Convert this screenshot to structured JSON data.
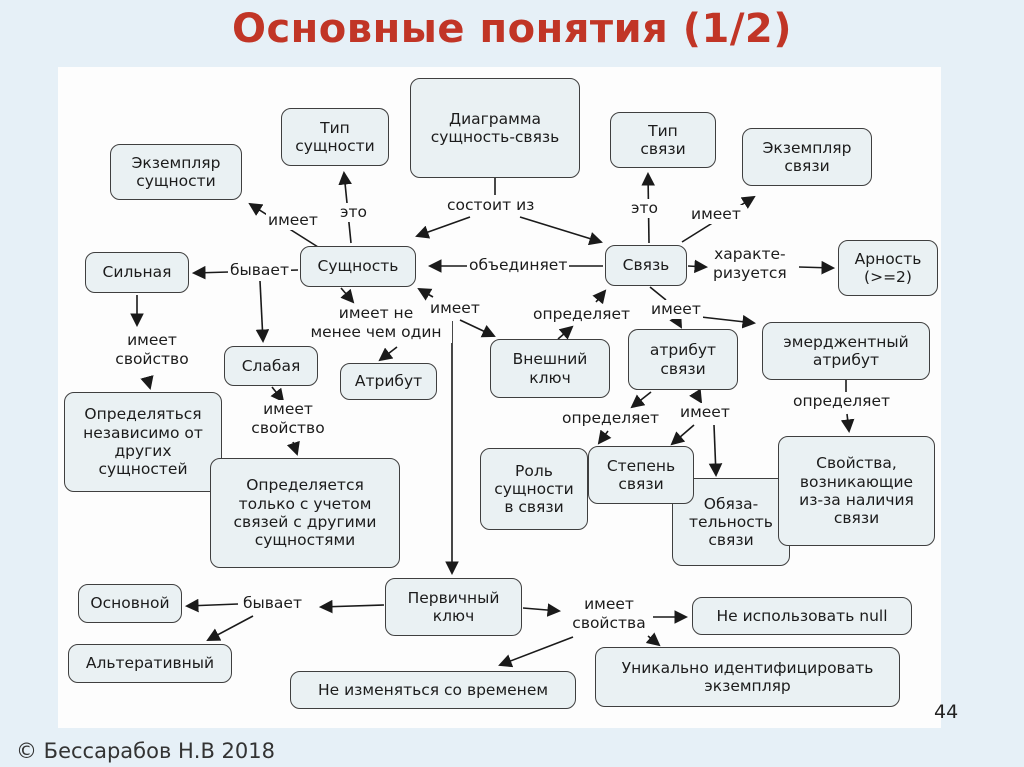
{
  "slide": {
    "title": "Основные понятия (1/2)",
    "page_number": "44",
    "footer_copyright": "© Бессарабов Н.В 2018"
  },
  "colors": {
    "title_red": "#c13526",
    "slide_bg": "#e6f0f7",
    "panel_bg": "#fdfdfd",
    "node_fill": "#eaf1f3",
    "node_border": "#3f3f3f",
    "arrow": "#1a1a1a",
    "text": "#1c1c1c"
  },
  "diagram": {
    "nodes": [
      {
        "id": "entity-instance",
        "label": "Экземпляр\nсущности"
      },
      {
        "id": "entity-type",
        "label": "Тип\nсущности"
      },
      {
        "id": "er-diagram",
        "label": "Диаграмма\nсущность-связь"
      },
      {
        "id": "relationship-type",
        "label": "Тип\nсвязи"
      },
      {
        "id": "relationship-instance",
        "label": "Экземпляр\nсвязи"
      },
      {
        "id": "entity",
        "label": "Сущность"
      },
      {
        "id": "relationship",
        "label": "Связь"
      },
      {
        "id": "arity",
        "label": "Арность\n(>=2)"
      },
      {
        "id": "strong",
        "label": "Сильная"
      },
      {
        "id": "weak",
        "label": "Слабая"
      },
      {
        "id": "attribute",
        "label": "Атрибут"
      },
      {
        "id": "foreign-key",
        "label": "Внешний\nключ"
      },
      {
        "id": "relationship-attribute",
        "label": "атрибут\nсвязи"
      },
      {
        "id": "emergent-attribute",
        "label": "эмерджентный\nатрибут"
      },
      {
        "id": "defined-independently",
        "label": "Определяться\nнезависимо от\nдругих\nсущностей"
      },
      {
        "id": "defined-with-relationships",
        "label": "Определяется\nтолько с учетом\nсвязей с другими\nсущностями"
      },
      {
        "id": "entity-role",
        "label": "Роль\nсущности\nв связи"
      },
      {
        "id": "relationship-degree",
        "label": "Степень\nсвязи"
      },
      {
        "id": "relationship-obligation",
        "label": "Обяза-\nтельность\nсвязи"
      },
      {
        "id": "properties-from-relationship",
        "label": "Свойства,\nвозникающие\nиз-за наличия\nсвязи"
      },
      {
        "id": "primary",
        "label": "Основной"
      },
      {
        "id": "alternative",
        "label": "Альтеративный"
      },
      {
        "id": "primary-key",
        "label": "Первичный\nключ"
      },
      {
        "id": "no-null",
        "label": "Не использовать null"
      },
      {
        "id": "no-change-over-time",
        "label": "Не изменяться со временем"
      },
      {
        "id": "unique-identify",
        "label": "Уникально идентифицировать\nэкземпляр"
      }
    ],
    "edge_labels": [
      {
        "text": "имеет"
      },
      {
        "text": "это"
      },
      {
        "text": "состоит из"
      },
      {
        "text": "это"
      },
      {
        "text": "имеет"
      },
      {
        "text": "объединяет"
      },
      {
        "text": "характе-\nризуется"
      },
      {
        "text": "бывает"
      },
      {
        "text": "имеет\nсвойство"
      },
      {
        "text": "имеет не\nменее чем один"
      },
      {
        "text": "имеет"
      },
      {
        "text": "определяет"
      },
      {
        "text": "имеет"
      },
      {
        "text": "имеет\nсвойство"
      },
      {
        "text": "определяет"
      },
      {
        "text": "имеет"
      },
      {
        "text": "определяет"
      },
      {
        "text": "бывает"
      },
      {
        "text": "имеет\nсвойства"
      }
    ]
  }
}
